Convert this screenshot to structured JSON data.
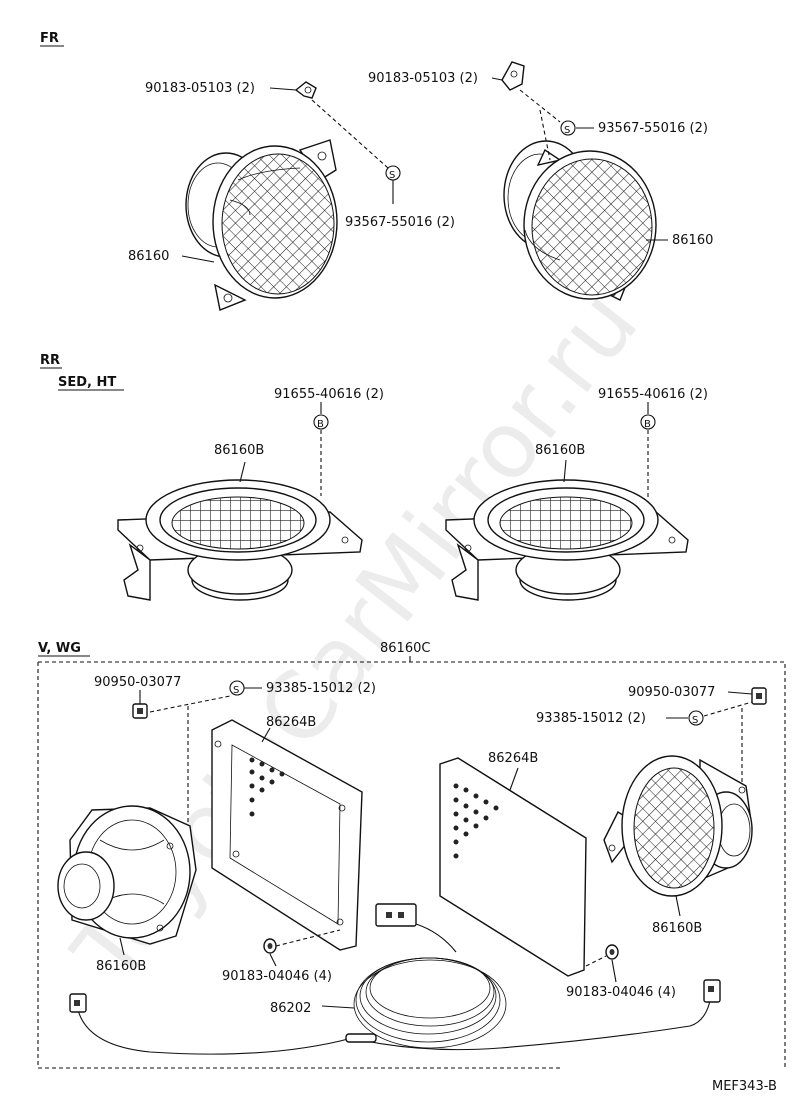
{
  "sections": {
    "front": "FR",
    "rear": "RR",
    "rear_sub": "SED, HT",
    "vwg": "V, WG"
  },
  "labels": {
    "fr_clip_left": "90183-05103 (2)",
    "fr_clip_right": "90183-05103 (2)",
    "fr_screw_left": "93567-55016 (2)",
    "fr_screw_right": "93567-55016 (2)",
    "fr_speaker_left": "86160",
    "fr_speaker_right": "86160",
    "rr_screw_left": "91655-40616 (2)",
    "rr_screw_right": "91655-40616 (2)",
    "rr_speaker_left": "86160B",
    "rr_speaker_right": "86160B",
    "vwg_assembly": "86160C",
    "vwg_clip_left": "90950-03077",
    "vwg_screw_left": "93385-15012 (2)",
    "vwg_clip_right": "90950-03077",
    "vwg_screw_right": "93385-15012 (2)",
    "vwg_bracket_left": "86264B",
    "vwg_bracket_right": "86264B",
    "vwg_speaker_left": "86160B",
    "vwg_speaker_right": "86160B",
    "vwg_nut_left": "90183-04046 (4)",
    "vwg_nut_right": "90183-04046 (4)",
    "vwg_wire": "86202"
  },
  "badges": {
    "screw": "S",
    "bolt": "B"
  },
  "footer": {
    "code": "MEF343-B"
  },
  "watermark": "ToyotaCarMirror.ru"
}
